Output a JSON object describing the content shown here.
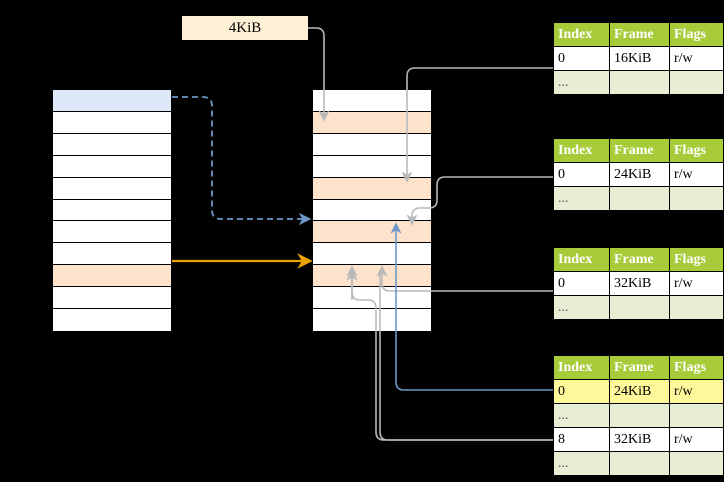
{
  "diagram": {
    "title_label": "4KiB",
    "colors": {
      "header_green": "#a8cb3a",
      "ellipsis_row": "#e7eed3",
      "highlight_yellow": "#fff89a",
      "peach": "#fde2cc",
      "blue_row": "#dde8f8",
      "orange_arrow": "#e8a300",
      "blue_arrow": "#6f96c8",
      "gray_wire": "#b9b9b9"
    },
    "left_column": {
      "name": "virtual-address-space",
      "rows": [
        {
          "fill": "blue",
          "label": ""
        },
        {
          "fill": "white",
          "label": ""
        },
        {
          "fill": "white",
          "label": ""
        },
        {
          "fill": "white",
          "label": ""
        },
        {
          "fill": "white",
          "label": ""
        },
        {
          "fill": "white",
          "label": ""
        },
        {
          "fill": "white",
          "label": ""
        },
        {
          "fill": "white",
          "label": ""
        },
        {
          "fill": "peach",
          "label": ""
        },
        {
          "fill": "white",
          "label": ""
        },
        {
          "fill": "white",
          "label": ""
        }
      ]
    },
    "middle_column": {
      "name": "physical-memory",
      "rows": [
        {
          "fill": "white",
          "label": ""
        },
        {
          "fill": "peach",
          "label": ""
        },
        {
          "fill": "white",
          "label": ""
        },
        {
          "fill": "white",
          "label": ""
        },
        {
          "fill": "peach",
          "label": ""
        },
        {
          "fill": "white",
          "label": ""
        },
        {
          "fill": "peach",
          "label": ""
        },
        {
          "fill": "white",
          "label": ""
        },
        {
          "fill": "peach",
          "label": ""
        },
        {
          "fill": "white",
          "label": ""
        },
        {
          "fill": "white",
          "label": ""
        }
      ]
    },
    "tables": [
      {
        "name": "page-table-1",
        "headers": [
          "Index",
          "Frame",
          "Flags"
        ],
        "rows": [
          {
            "type": "data",
            "cells": [
              "0",
              "16KiB",
              "r/w"
            ],
            "highlight": [
              false,
              false,
              false
            ]
          },
          {
            "type": "ellipsis",
            "cells": [
              "...",
              "",
              ""
            ],
            "highlight": [
              false,
              false,
              false
            ]
          }
        ]
      },
      {
        "name": "page-table-2",
        "headers": [
          "Index",
          "Frame",
          "Flags"
        ],
        "rows": [
          {
            "type": "data",
            "cells": [
              "0",
              "24KiB",
              "r/w"
            ],
            "highlight": [
              false,
              false,
              false
            ]
          },
          {
            "type": "ellipsis",
            "cells": [
              "...",
              "",
              ""
            ],
            "highlight": [
              false,
              false,
              false
            ]
          }
        ]
      },
      {
        "name": "page-table-3",
        "headers": [
          "Index",
          "Frame",
          "Flags"
        ],
        "rows": [
          {
            "type": "data",
            "cells": [
              "0",
              "32KiB",
              "r/w"
            ],
            "highlight": [
              false,
              false,
              false
            ]
          },
          {
            "type": "ellipsis",
            "cells": [
              "...",
              "",
              ""
            ],
            "highlight": [
              false,
              false,
              false
            ]
          }
        ]
      },
      {
        "name": "page-table-4",
        "headers": [
          "Index",
          "Frame",
          "Flags"
        ],
        "rows": [
          {
            "type": "data",
            "cells": [
              "0",
              "24KiB",
              "r/w"
            ],
            "highlight": [
              true,
              true,
              true
            ]
          },
          {
            "type": "ellipsis",
            "cells": [
              "...",
              "",
              ""
            ],
            "highlight": [
              false,
              false,
              false
            ]
          },
          {
            "type": "data",
            "cells": [
              "8",
              "32KiB",
              "r/w"
            ],
            "highlight": [
              false,
              false,
              false
            ]
          },
          {
            "type": "ellipsis",
            "cells": [
              "...",
              "",
              ""
            ],
            "highlight": [
              false,
              false,
              false
            ]
          }
        ]
      }
    ]
  }
}
